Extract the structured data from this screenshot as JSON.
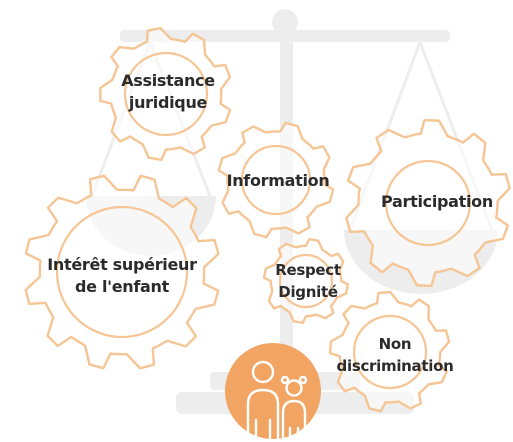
{
  "gears": {
    "assistance": {
      "line1": "Assistance",
      "line2": "juridique"
    },
    "information": {
      "line1": "Information"
    },
    "participation": {
      "line1": "Participation"
    },
    "interet": {
      "line1": "Intérêt supérieur",
      "line2": "de l'enfant"
    },
    "respect": {
      "line1": "Respect",
      "line2": "Dignité"
    },
    "non_discrimination": {
      "line1": "Non",
      "line2": "discrimination"
    }
  },
  "colors": {
    "gear_stroke": "#F5C595",
    "scale_gray": "#EDEDED",
    "children_badge": "#F2A462",
    "text": "#2B2B2B"
  },
  "icons": {
    "background": "balance-scale-icon",
    "badge": "children-icon"
  }
}
